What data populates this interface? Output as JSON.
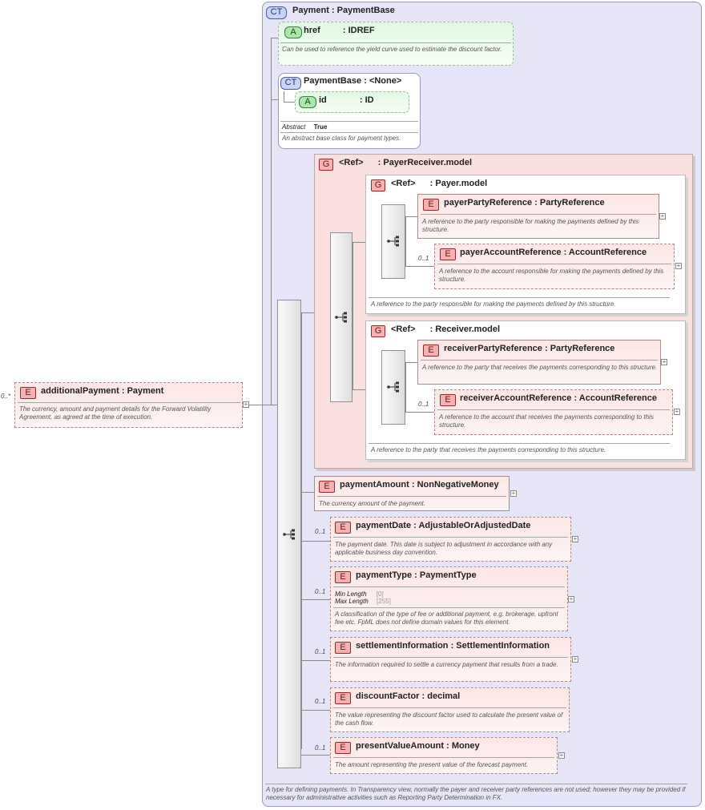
{
  "payment": {
    "badge": "CT",
    "name": "Payment",
    "type": ": PaymentBase",
    "footer": "A type for defining payments. In Transparency view, normally the payer and receiver party references are not used; however they may be provided if necessary for administrative activities such as Reporting Party Determination in FX."
  },
  "href_attr": {
    "badge": "A",
    "name": "href",
    "type": ": IDREF",
    "desc": "Can be used to reference the yield curve used to estimate the discount factor."
  },
  "payment_base": {
    "badge": "CT",
    "name": "PaymentBase",
    "type": ": <None>",
    "attr_badge": "A",
    "attr_name": "id",
    "attr_type": ": ID",
    "abstract_label": "Abstract",
    "abstract_value": "True",
    "desc": "An abstract base class for payment types."
  },
  "additional_payment": {
    "badge": "E",
    "occurrence": "0..*",
    "name": "additionalPayment",
    "type": ": Payment",
    "desc": "The currency, amount and payment details for the Forward Volatility Agreement, as agreed at the time of execution."
  },
  "payer_receiver_group": {
    "badge": "G",
    "ref": "<Ref>",
    "type": ": PayerReceiver.model"
  },
  "payer_group": {
    "badge": "G",
    "ref": "<Ref>",
    "type": ": Payer.model",
    "desc": "A reference to the party responsible for making the payments defined by this structure."
  },
  "payer_party_ref": {
    "badge": "E",
    "name": "payerPartyReference",
    "type": ": PartyReference",
    "desc": "A reference to the party responsible for making the payments defined by this structure."
  },
  "payer_account_ref": {
    "badge": "E",
    "occurrence": "0..1",
    "name": "payerAccountReference",
    "type": ": AccountReference",
    "desc": "A reference to the account responsible for making the payments defined by this structure."
  },
  "receiver_group": {
    "badge": "G",
    "ref": "<Ref>",
    "type": ": Receiver.model",
    "desc": "A reference to the party that receives the payments corresponding to this structure."
  },
  "receiver_party_ref": {
    "badge": "E",
    "name": "receiverPartyReference",
    "type": ": PartyReference",
    "desc": "A reference to the party that receives the payments corresponding to this structure."
  },
  "receiver_account_ref": {
    "badge": "E",
    "occurrence": "0..1",
    "name": "receiverAccountReference",
    "type": ": AccountReference",
    "desc": "A reference to the account that receives the payments corresponding to this structure."
  },
  "payment_amount": {
    "badge": "E",
    "name": "paymentAmount",
    "type": ": NonNegativeMoney",
    "desc": "The currency amount of the payment."
  },
  "payment_date": {
    "badge": "E",
    "occurrence": "0..1",
    "name": "paymentDate",
    "type": ": AdjustableOrAdjustedDate",
    "desc": "The payment date. This date is subject to adjustment in accordance with any applicable business day convention."
  },
  "payment_type": {
    "badge": "E",
    "occurrence": "0..1",
    "name": "paymentType",
    "type": ": PaymentType",
    "min_label": "Min Length",
    "min_value": "[0]",
    "max_label": "Max Length",
    "max_value": "[255]",
    "desc": "A classification of the type of fee or additional payment, e.g. brokerage, upfront fee etc. FpML does not define domain values for this element."
  },
  "settlement_info": {
    "badge": "E",
    "occurrence": "0..1",
    "name": "settlementInformation",
    "type": ": SettlementInformation",
    "desc": "The information required to settle a currency payment that results from a trade."
  },
  "discount_factor": {
    "badge": "E",
    "occurrence": "0..1",
    "name": "discountFactor",
    "type": ": decimal",
    "desc": "The value representing the discount factor used to calculate the present value of the cash flow."
  },
  "present_value_amount": {
    "badge": "E",
    "occurrence": "0..1",
    "name": "presentValueAmount",
    "type": ": Money",
    "desc": "The amount representing the present value of the forecast payment."
  },
  "expand_symbol": "+"
}
